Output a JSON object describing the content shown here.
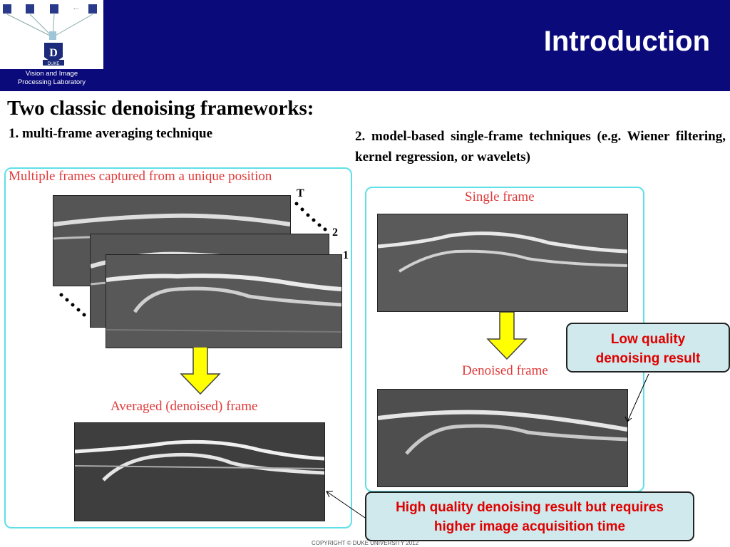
{
  "header": {
    "title": "Introduction",
    "lab_name_line1": "Vision and Image",
    "lab_name_line2": "Processing Laboratory",
    "logo_text": "DUKE",
    "logo_ellipsis": "..."
  },
  "content": {
    "heading": "Two classic denoising frameworks:",
    "item1": "1. multi-frame averaging technique",
    "item2": "2. model-based single-frame techniques (e.g. Wiener filtering, kernel regression, or wavelets)"
  },
  "left_panel": {
    "caption_top": "Multiple frames captured from a unique position",
    "label_T": "T",
    "label_2": "2",
    "label_1": "1",
    "caption_bottom": "Averaged (denoised) frame"
  },
  "right_panel": {
    "caption_top": "Single frame",
    "caption_bottom": "Denoised frame"
  },
  "callouts": {
    "low_quality": "Low quality denoising result",
    "high_quality": "High quality denoising result but requires higher image acquisition time"
  },
  "footer": {
    "copyright": "COPYRIGHT © DUKE UNIVERSITY 2012"
  },
  "colors": {
    "header_bg": "#0a0a7a",
    "caption_red": "#e03a3a",
    "panel_border": "#5fe0e8",
    "arrow_yellow": "#ffff00",
    "callout_bg": "#cfe9ec",
    "callout_text": "#e00000"
  }
}
